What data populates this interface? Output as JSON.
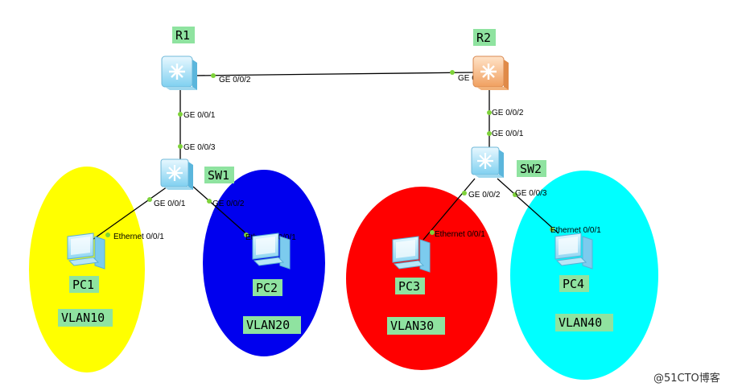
{
  "colors": {
    "vlan10": "#ffff00",
    "vlan20": "#0000ee",
    "vlan30": "#ff0000",
    "vlan40": "#00ffff",
    "label_bg": "#8fe3a0",
    "port_dot": "#7ed23a"
  },
  "devices": {
    "r1": {
      "name": "R1",
      "icon": "router-icon"
    },
    "r2": {
      "name": "R2",
      "icon": "router-icon"
    },
    "sw1": {
      "name": "SW1",
      "icon": "switch-icon"
    },
    "sw2": {
      "name": "SW2",
      "icon": "switch-icon"
    },
    "pc1": {
      "name": "PC1",
      "icon": "pc-icon"
    },
    "pc2": {
      "name": "PC2",
      "icon": "pc-icon"
    },
    "pc3": {
      "name": "PC3",
      "icon": "pc-icon"
    },
    "pc4": {
      "name": "PC4",
      "icon": "pc-icon"
    }
  },
  "vlans": {
    "v10": "VLAN10",
    "v20": "VLAN20",
    "v30": "VLAN30",
    "v40": "VLAN40"
  },
  "ports": {
    "r1_r2": "GE 0/0/2",
    "r2_r1": "GE 0/0/1",
    "r1_sw1": "GE 0/0/1",
    "sw1_r1": "GE 0/0/3",
    "r2_sw2": "GE 0/0/2",
    "sw2_r2": "GE 0/0/1",
    "sw1_pc1": "GE 0/0/1",
    "sw1_pc2": "GE 0/0/2",
    "sw2_pc3": "GE 0/0/2",
    "sw2_pc4": "GE 0/0/3",
    "pc1_eth": "Ethernet 0/0/1",
    "pc2_eth": "Ethernet 0/0/1",
    "pc3_eth": "Ethernet 0/0/1",
    "pc4_eth": "Ethernet 0/0/1"
  },
  "watermark": "@51CTO博客"
}
